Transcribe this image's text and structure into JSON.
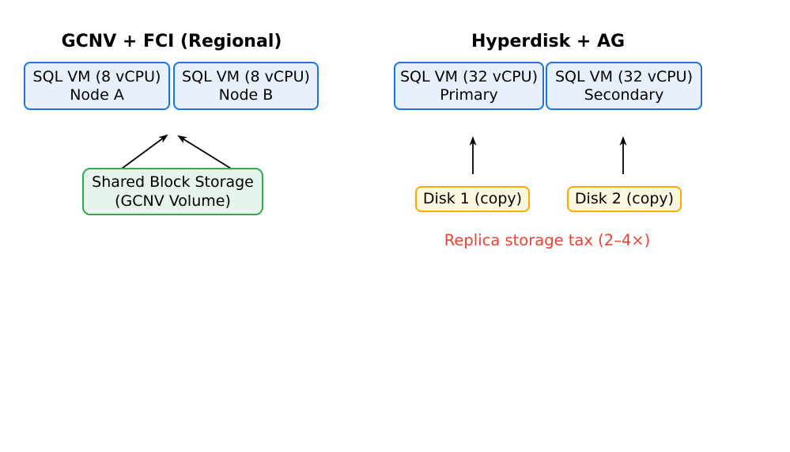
{
  "left": {
    "title": "GCNV + FCI (Regional)",
    "node_a": {
      "line1": "SQL VM (8 vCPU)",
      "line2": "Node A"
    },
    "node_b": {
      "line1": "SQL VM (8 vCPU)",
      "line2": "Node B"
    },
    "storage": {
      "line1": "Shared Block Storage",
      "line2": "(GCNV Volume)"
    },
    "connectors": [
      "storage-to-node-a",
      "storage-to-node-b"
    ]
  },
  "right": {
    "title": "Hyperdisk + AG",
    "primary": {
      "line1": "SQL VM (32 vCPU)",
      "line2": "Primary"
    },
    "secondary": {
      "line1": "SQL VM (32 vCPU)",
      "line2": "Secondary"
    },
    "disk1": {
      "label": "Disk 1 (copy)"
    },
    "disk2": {
      "label": "Disk 2 (copy)"
    },
    "note": "Replica storage tax (2–4×)",
    "connectors": [
      "disk1-to-primary",
      "disk2-to-secondary"
    ]
  },
  "colors": {
    "vm_border": "#1a73e8",
    "vm_fill": "#e8f0fe",
    "storage_border": "#34a853",
    "storage_fill": "#e6f4ea",
    "disk_border": "#f9ab00",
    "disk_fill": "#fef7e0",
    "note_text": "#ea4335",
    "arrow": "#000000",
    "background": "#ffffff"
  }
}
